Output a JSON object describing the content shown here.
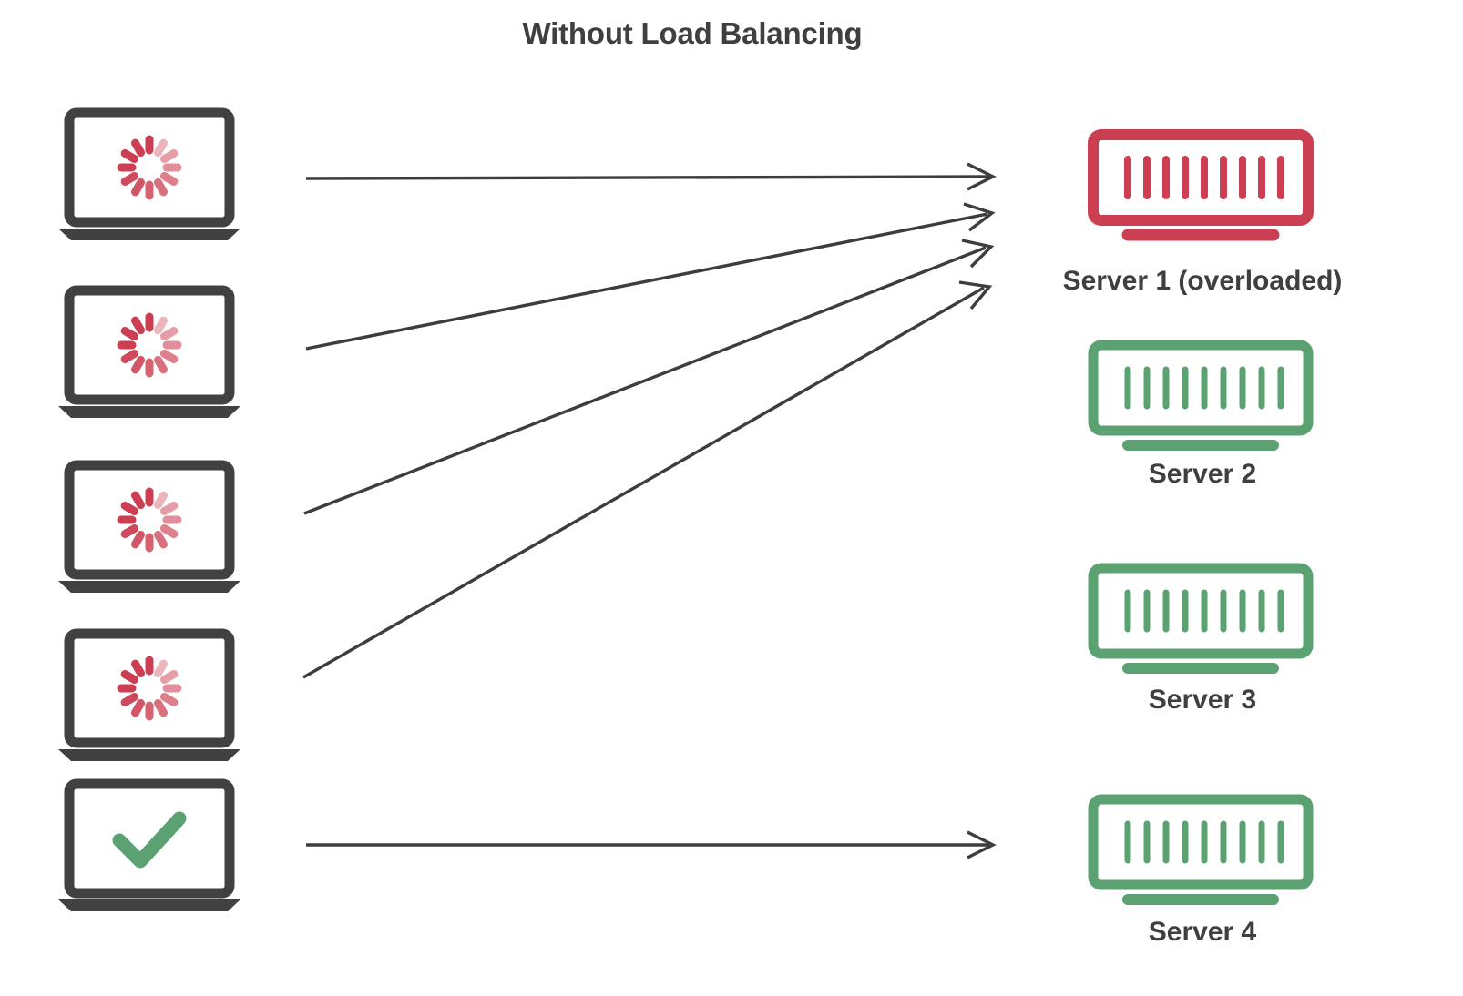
{
  "title": "Without Load Balancing",
  "colors": {
    "red": "#cc3f52",
    "green": "#5ba172",
    "dark_gray": "#414141",
    "text": "#3f3f3f",
    "arrow": "#3d3d3d",
    "background": "#ffffff"
  },
  "clients": [
    {
      "id": "client-1",
      "icon": "loading-spinner-icon",
      "status": "loading"
    },
    {
      "id": "client-2",
      "icon": "loading-spinner-icon",
      "status": "loading"
    },
    {
      "id": "client-3",
      "icon": "loading-spinner-icon",
      "status": "loading"
    },
    {
      "id": "client-4",
      "icon": "loading-spinner-icon",
      "status": "loading"
    },
    {
      "id": "client-5",
      "icon": "checkmark-icon",
      "status": "ok"
    }
  ],
  "servers": [
    {
      "id": "server-1",
      "label": "Server 1 (overloaded)",
      "state": "overloaded",
      "color": "#cc3f52"
    },
    {
      "id": "server-2",
      "label": "Server 2",
      "state": "normal",
      "color": "#5ba172"
    },
    {
      "id": "server-3",
      "label": "Server 3",
      "state": "normal",
      "color": "#5ba172"
    },
    {
      "id": "server-4",
      "label": "Server 4",
      "state": "normal",
      "color": "#5ba172"
    }
  ],
  "connections": [
    {
      "from": "client-1",
      "to": "server-1"
    },
    {
      "from": "client-2",
      "to": "server-1"
    },
    {
      "from": "client-3",
      "to": "server-1"
    },
    {
      "from": "client-4",
      "to": "server-1"
    },
    {
      "from": "client-5",
      "to": "server-4"
    }
  ],
  "server_icon": {
    "bar_count": 9
  },
  "spinner_icon": {
    "segment_count": 12
  }
}
